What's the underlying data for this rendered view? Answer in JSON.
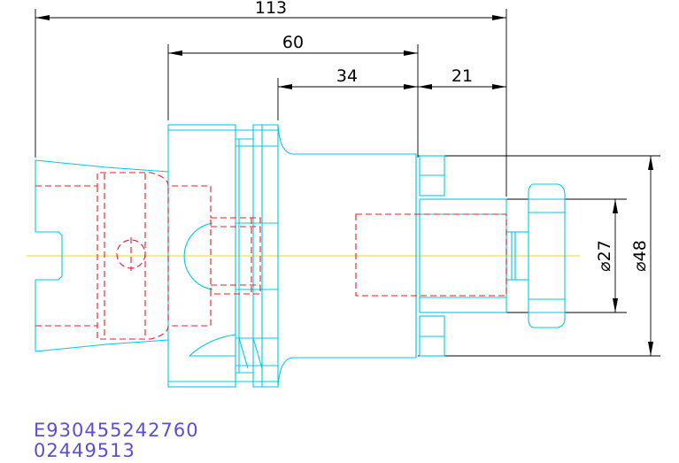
{
  "drawing": {
    "dimensions": {
      "overall_length": "113",
      "shank_length": "60",
      "body_length": "34",
      "nose_length": "21",
      "small_diameter": "⌀27",
      "large_diameter": "⌀48"
    },
    "part_number": "E930455242760",
    "part_code": "02449513"
  },
  "colors": {
    "outline": "#00c8e6",
    "hidden_lines": "#e0202a",
    "center_line": "#e8e000",
    "dimension": "#000000",
    "id_text": "#5a4fd6"
  }
}
